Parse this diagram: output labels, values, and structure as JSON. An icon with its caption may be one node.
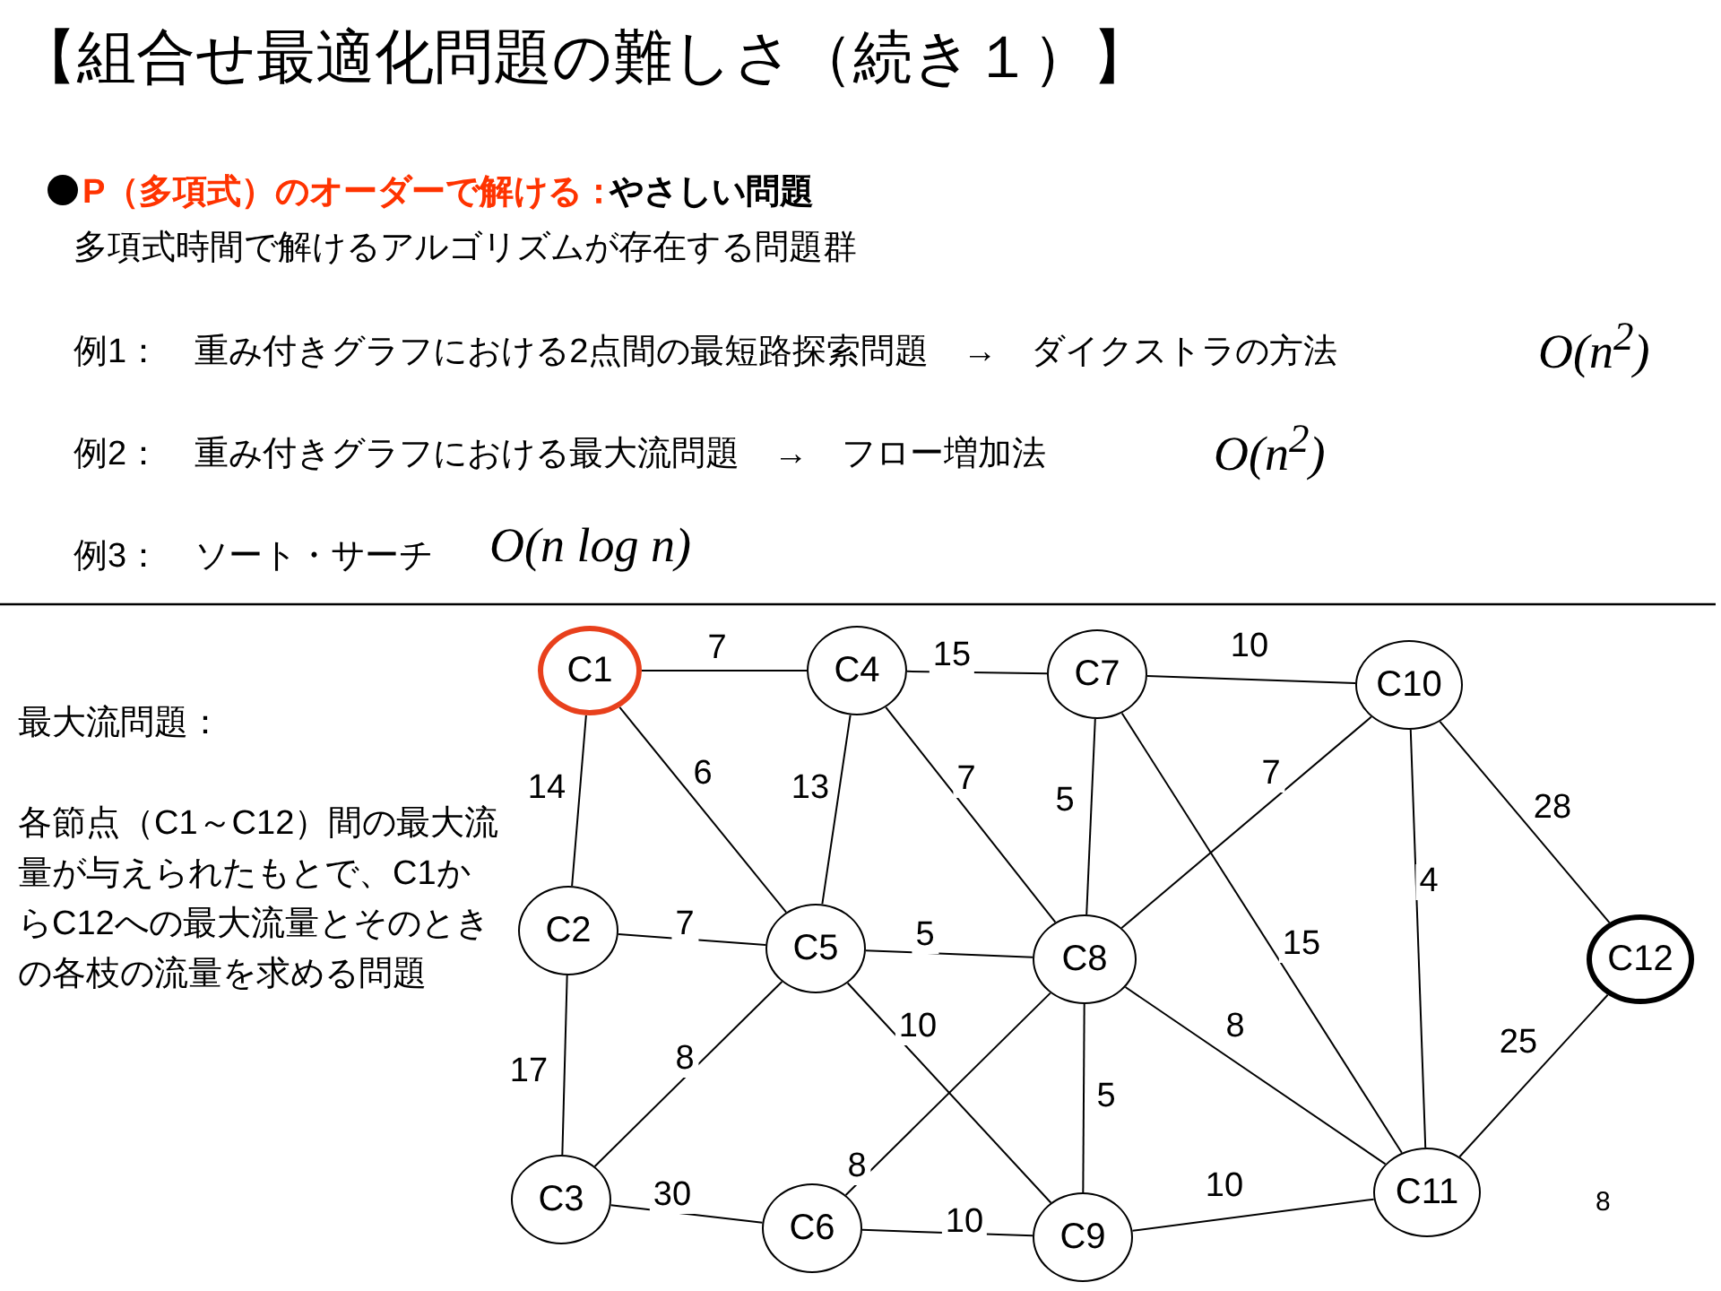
{
  "diagram": {
    "title": "【組合せ最適化問題の難しさ（続き１）】",
    "nodes": [
      {
        "text": [
          "C1"
        ]
      },
      {
        "text": [
          "C2"
        ]
      },
      {
        "text": [
          "C3"
        ]
      },
      {
        "text": [
          "C4"
        ]
      },
      {
        "text": [
          "C5"
        ]
      },
      {
        "text": [
          "C6"
        ]
      },
      {
        "text": [
          "C7"
        ]
      },
      {
        "text": [
          "C8"
        ]
      },
      {
        "text": [
          "C9"
        ]
      },
      {
        "text": [
          "C10"
        ]
      },
      {
        "text": [
          "C11"
        ]
      },
      {
        "text": [
          "C12"
        ]
      }
    ],
    "edges": [
      {
        "from": 0,
        "to": 3,
        "arrow": "none",
        "label": "7"
      },
      {
        "from": 3,
        "to": 6,
        "arrow": "none",
        "label": "15"
      },
      {
        "from": 6,
        "to": 9,
        "arrow": "none",
        "label": "10"
      },
      {
        "from": 0,
        "to": 1,
        "arrow": "none",
        "label": "14"
      },
      {
        "from": 0,
        "to": 4,
        "arrow": "none",
        "label": "6"
      },
      {
        "from": 3,
        "to": 4,
        "arrow": "none",
        "label": "13"
      },
      {
        "from": 3,
        "to": 7,
        "arrow": "none",
        "label": "7"
      },
      {
        "from": 6,
        "to": 7,
        "arrow": "none",
        "label": "5"
      },
      {
        "from": 9,
        "to": 7,
        "arrow": "none",
        "label": "7"
      },
      {
        "from": 6,
        "to": 10,
        "arrow": "none",
        "label": "15"
      },
      {
        "from": 9,
        "to": 10,
        "arrow": "none",
        "label": "4"
      },
      {
        "from": 9,
        "to": 11,
        "arrow": "none",
        "label": "28"
      },
      {
        "from": 1,
        "to": 4,
        "arrow": "none",
        "label": "7"
      },
      {
        "from": 4,
        "to": 7,
        "arrow": "none",
        "label": "5"
      },
      {
        "from": 1,
        "to": 2,
        "arrow": "none",
        "label": "17"
      },
      {
        "from": 4,
        "to": 2,
        "arrow": "none",
        "label": "8"
      },
      {
        "from": 4,
        "to": 8,
        "arrow": "none",
        "label": "10"
      },
      {
        "from": 7,
        "to": 5,
        "arrow": "none",
        "label": "8"
      },
      {
        "from": 7,
        "to": 8,
        "arrow": "none",
        "label": "5"
      },
      {
        "from": 7,
        "to": 10,
        "arrow": "none",
        "label": "8"
      },
      {
        "from": 10,
        "to": 11,
        "arrow": "none",
        "label": "25"
      },
      {
        "from": 2,
        "to": 5,
        "arrow": "none",
        "label": "30"
      },
      {
        "from": 5,
        "to": 8,
        "arrow": "none",
        "label": "10"
      },
      {
        "from": 8,
        "to": 10,
        "arrow": "none",
        "label": "10"
      }
    ],
    "labels": [
      "P（多項式）のオーダーで解ける：",
      "やさしい問題",
      "多項式時間で解けるアルゴリズムが存在する問題群",
      "例1：　重み付きグラフにおける2点間の最短路探索問題　→　ダイクストラの方法",
      "O(n$^{2}$)",
      "例2：　重み付きグラフにおける最大流問題　→　フロー増加法",
      "O(n$^{2}$)",
      "例3：　ソート・サーチ",
      "O(n log n)",
      "最大流問題：",
      "各節点（C1～C12）間の最大流量が与えられたもとで、C1からC12への最大流量とそのときの各枝の流量を求める問題",
      "8"
    ]
  }
}
